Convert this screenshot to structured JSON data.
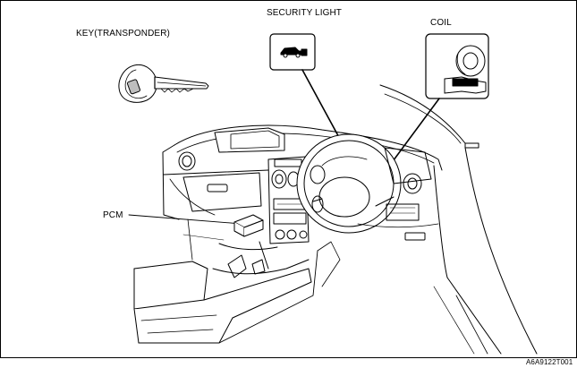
{
  "labels": {
    "security_light": "SECURITY LIGHT",
    "coil": "COIL",
    "key": "KEY(TRANSPONDER)",
    "pcm": "PCM"
  },
  "figure_code": "A6A9122T001",
  "icons": [
    "key-transponder-icon",
    "security-light-icon",
    "immobilizer-coil-icon",
    "pcm-module-icon"
  ]
}
